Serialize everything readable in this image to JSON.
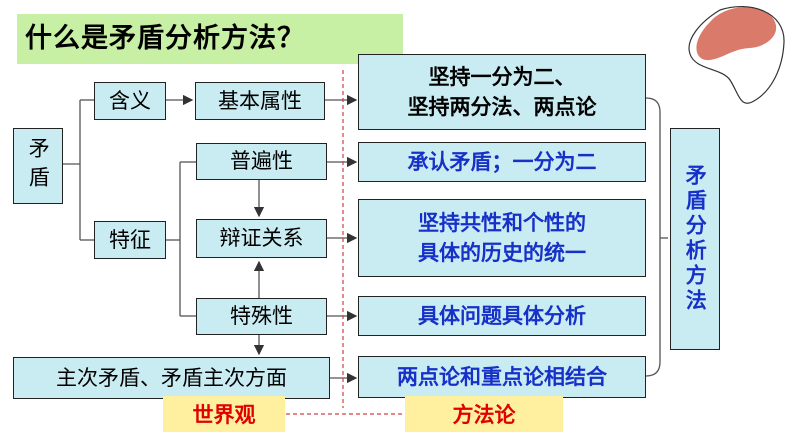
{
  "title": "什么是矛盾分析方法？",
  "left_label": "矛盾",
  "right_label": "矛盾分析方法",
  "boxes": {
    "hanyi": "含义",
    "jiben": "基本属性",
    "tezheng": "特征",
    "pubian": "普遍性",
    "bianzheng": "辩证关系",
    "teshu": "特殊性",
    "zhuci": "主次矛盾、矛盾主次方面"
  },
  "methods": {
    "m1_line1": "坚持一分为二、",
    "m1_line2": "坚持两分法、两点论",
    "m2": "承认矛盾；一分为二",
    "m3_line1": "坚持共性和个性的",
    "m3_line2": "具体的历史的统一",
    "m4": "具体问题具体分析",
    "m5": "两点论和重点论相结合"
  },
  "tags": {
    "worldview": "世界观",
    "methodology": "方法论"
  },
  "colors": {
    "box_fill": "#c9ecf2",
    "title_fill": "#c8f0a4",
    "method_text": "#1630c8",
    "tag_fill": "#fff0a0",
    "tag_text": "#e00000",
    "dashed_line": "#d04040",
    "blob": "#d97a6a"
  }
}
